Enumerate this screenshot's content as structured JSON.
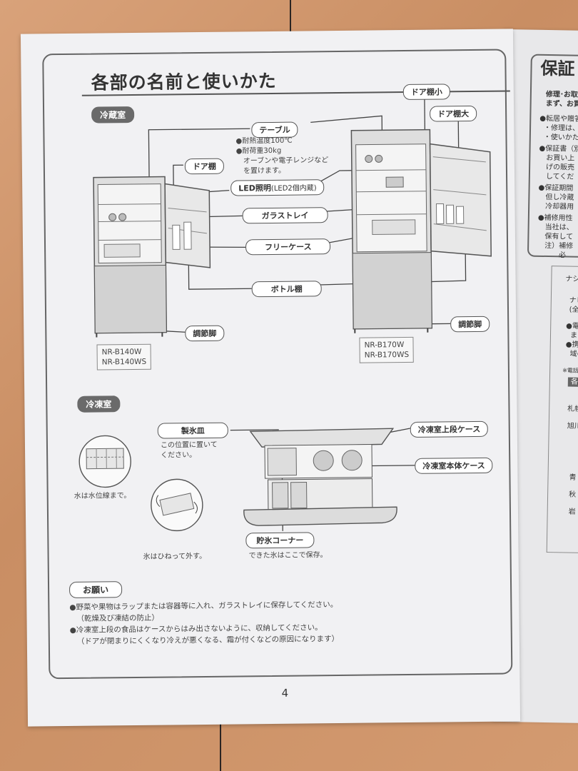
{
  "page": {
    "title": "各部の名前と使いかた",
    "page_number": "4"
  },
  "fridge_section": {
    "tag": "冷蔵室",
    "labels": {
      "table": "テーブル",
      "door_shelf": "ドア棚",
      "door_shelf_small": "ドア棚小",
      "door_shelf_large": "ドア棚大",
      "led": "LED照明",
      "led_sub": "(LED2個内蔵)",
      "glass_tray": "ガラストレイ",
      "free_case": "フリーケース",
      "bottle_shelf": "ボトル棚",
      "adjust_foot_left": "調節脚",
      "adjust_foot_right": "調節脚"
    },
    "table_notes": [
      "●耐熱温度100℃",
      "●耐荷重30kg",
      "オーブンや電子レンジなど",
      "を置けます。"
    ],
    "models_left": [
      "NR-B140W",
      "NR-B140WS"
    ],
    "models_right": [
      "NR-B170W",
      "NR-B170WS"
    ]
  },
  "freezer_section": {
    "tag": "冷凍室",
    "labels": {
      "ice_tray": "製氷皿",
      "upper_case": "冷凍室上段ケース",
      "main_case": "冷凍室本体ケース",
      "ice_corner": "貯氷コーナー"
    },
    "ice_tray_note": [
      "この位置に置いて",
      "ください。"
    ],
    "water_note": "水は水位線まで。",
    "twist_note": "氷はひねって外す。",
    "ice_corner_note": "できた氷はここで保存。"
  },
  "request": {
    "tag": "お願い",
    "lines": [
      "●野菜や果物はラップまたは容器等に入れ、ガラストレイに保存してください。",
      "（乾燥及び凍結の防止）",
      "●冷凍室上段の食品はケースからはみ出さないように、収納してください。",
      "（ドアが閉まりにくくなり冷えが悪くなる、霜が付くなどの原因になります）"
    ]
  },
  "next_page": {
    "heading": "保証",
    "lines": [
      "修理･お取",
      "まず、お買",
      "●転居や贈答",
      "・修理は、サ",
      "・使いかた お",
      "●保証書（別",
      "お買い上",
      "げの販売",
      "してくだ",
      "●保証期間",
      "但し冷蔵",
      "冷却器用",
      "●補修用性",
      "当社は、",
      "保有して",
      "注）補修",
      "必",
      "ナシ",
      "ナビ",
      "(全",
      "●電話",
      "ます",
      "●携帯",
      "域の",
      "※電話",
      "各",
      "札幌",
      "旭川",
      "青",
      "秋",
      "岩"
    ]
  },
  "colors": {
    "page": "#f1f1f3",
    "label_border": "#555555",
    "tag_fill": "#6a6a6a",
    "table_wood": "#c98e63"
  }
}
